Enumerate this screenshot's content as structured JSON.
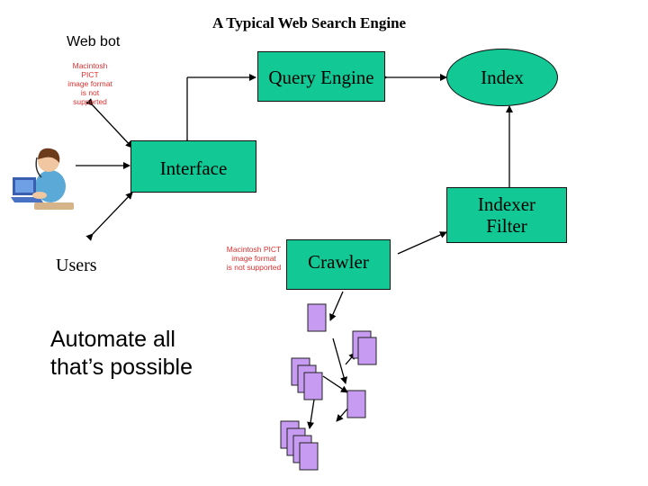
{
  "title": "A Typical Web Search Engine",
  "labels": {
    "web_bot": "Web bot",
    "users": "Users",
    "automate": "Automate all\nthat’s possible"
  },
  "nodes": {
    "query_engine": "Query Engine",
    "index": "Index",
    "interface": "Interface",
    "indexer_filter": "Indexer\nFilter",
    "crawler": "Crawler"
  },
  "placeholders": {
    "pict_top": "Macintosh PICT\nimage format\nis not supported",
    "pict_mid": "Macintosh PICT\nimage format\nis not supported"
  },
  "colors": {
    "node_fill": "#12c895",
    "page_fill": "#c79bf2",
    "placeholder_text": "#e03030"
  }
}
